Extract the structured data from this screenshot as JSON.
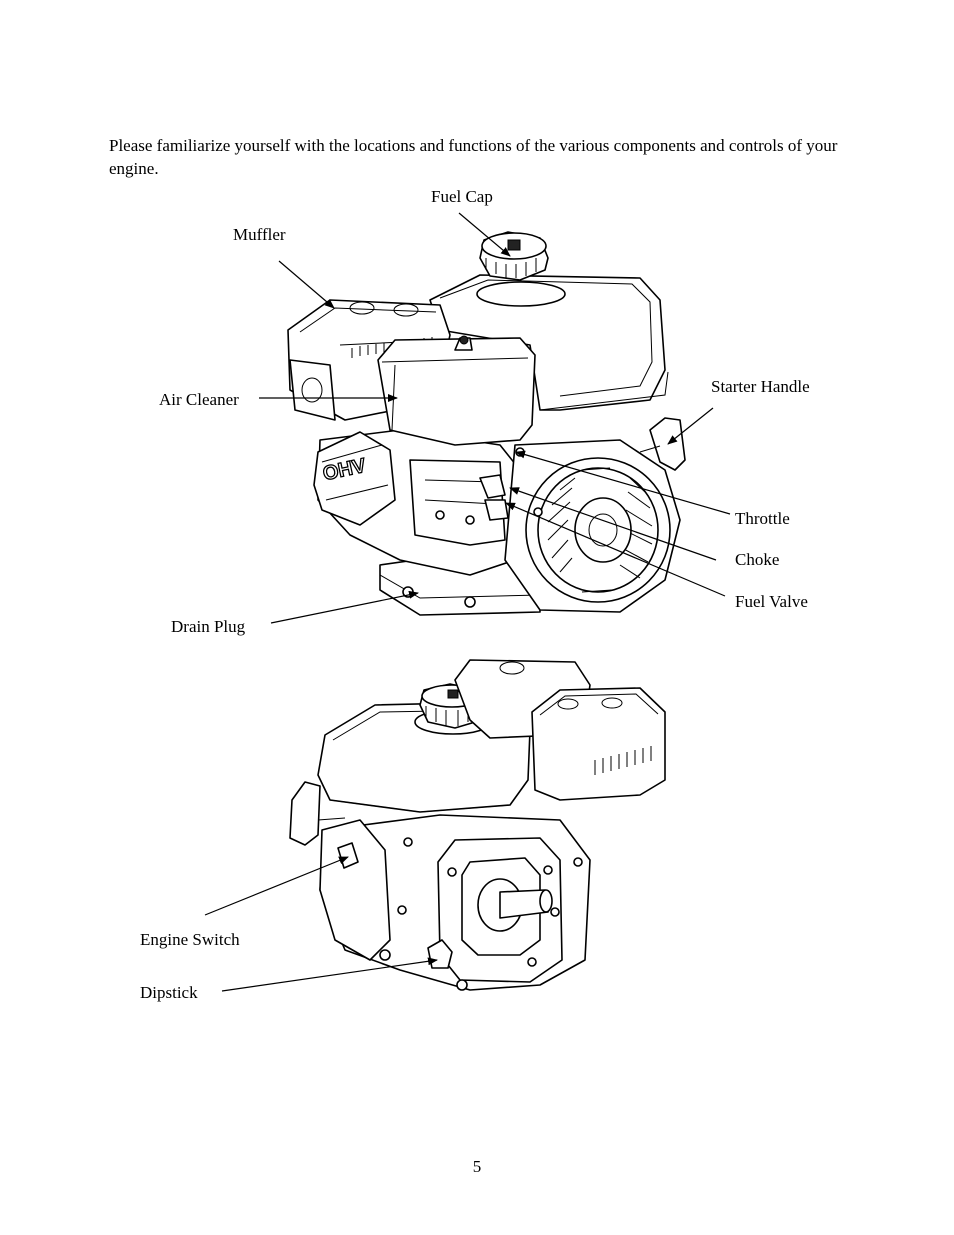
{
  "intro": "Please familiarize yourself with the locations and functions of the various components and controls of your engine.",
  "labels": {
    "fuel_cap": "Fuel Cap",
    "muffler": "Muffler",
    "air_cleaner": "Air Cleaner",
    "starter_handle": "Starter Handle",
    "throttle": "Throttle",
    "choke": "Choke",
    "fuel_valve": "Fuel Valve",
    "drain_plug": "Drain Plug",
    "engine_switch": "Engine Switch",
    "dipstick": "Dipstick"
  },
  "engine_badge": "OHV",
  "page_number": "5"
}
